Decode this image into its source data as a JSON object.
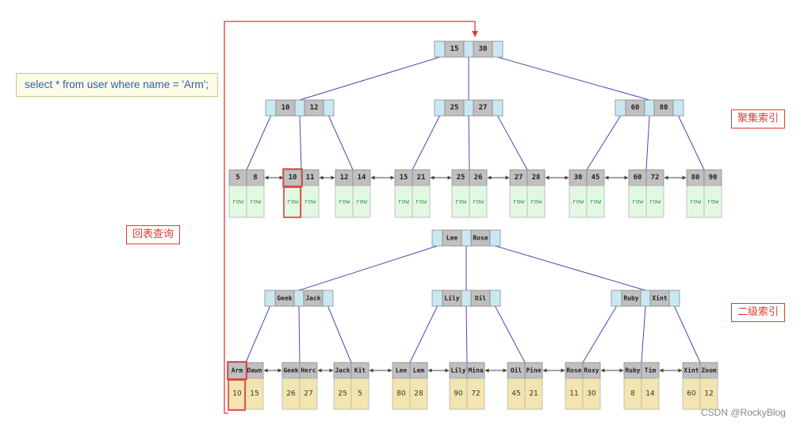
{
  "query_text": "select * from user where name = 'Arm';",
  "labels": {
    "clustered": "聚集索引",
    "secondary": "二级索引",
    "lookup": "回表查询"
  },
  "watermark": "CSDN @RockyBlog",
  "colors": {
    "key_cell": "#c0c0c0",
    "pointer_cell": "#c9e8f2",
    "row_cell": "#e3f8e3",
    "value_cell": "#f2e5b0",
    "edge": "#4a4ab4",
    "highlight": "#e53935"
  },
  "clustered_index": {
    "root": [
      "15",
      "30"
    ],
    "internal": [
      [
        "10",
        "12"
      ],
      [
        "25",
        "27"
      ],
      [
        "60",
        "80"
      ]
    ],
    "leaves": [
      [
        "5",
        "8"
      ],
      [
        "10",
        "11"
      ],
      [
        "12",
        "14"
      ],
      [
        "15",
        "21"
      ],
      [
        "25",
        "26"
      ],
      [
        "27",
        "28"
      ],
      [
        "30",
        "45"
      ],
      [
        "60",
        "72"
      ],
      [
        "80",
        "90"
      ]
    ],
    "row_label": "row"
  },
  "secondary_index": {
    "root": [
      "Lee",
      "Rose"
    ],
    "internal": [
      [
        "Geek",
        "Jack"
      ],
      [
        "Lily",
        "Oil"
      ],
      [
        "Ruby",
        "Xint"
      ]
    ],
    "leaves": [
      [
        "Arm",
        "Dawn"
      ],
      [
        "Geek",
        "Herc"
      ],
      [
        "Jack",
        "Kit"
      ],
      [
        "Lee",
        "Lem"
      ],
      [
        "Lily",
        "Mina"
      ],
      [
        "Oil",
        "Pine"
      ],
      [
        "Rose",
        "Roxy"
      ],
      [
        "Ruby",
        "Tim"
      ],
      [
        "Xint",
        "Zoom"
      ]
    ],
    "leaf_values": [
      [
        "10",
        "15"
      ],
      [
        "26",
        "27"
      ],
      [
        "25",
        "5"
      ],
      [
        "80",
        "28"
      ],
      [
        "90",
        "72"
      ],
      [
        "45",
        "21"
      ],
      [
        "11",
        "30"
      ],
      [
        "8",
        "14"
      ],
      [
        "60",
        "12"
      ]
    ]
  }
}
